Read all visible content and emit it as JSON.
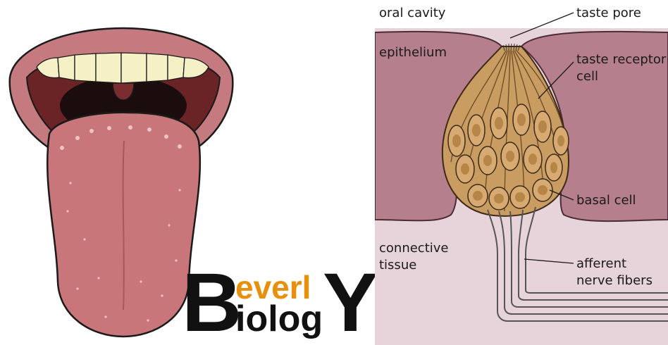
{
  "diagram": {
    "labels": {
      "oral_cavity": "oral cavity",
      "taste_pore": "taste pore",
      "epithelium": "epithelium",
      "taste_receptor_line1": "taste receptor",
      "taste_receptor_line2": "cell",
      "basal_cell": "basal cell",
      "connective_line1": "connective",
      "connective_line2": "tissue",
      "afferent_line1": "afferent",
      "afferent_line2": "nerve fibers"
    }
  },
  "logo": {
    "big_b": "B",
    "big_y": "Y",
    "top_word": "everl",
    "bottom_word": "iolog",
    "accent_color": "#e8900c",
    "dark_color": "#111111"
  },
  "colors": {
    "epithelium": "#b57f8d",
    "connective": "#e7d3da",
    "bud": "#c99c62",
    "tongue": "#c8767a",
    "lips": "#c77b80"
  }
}
